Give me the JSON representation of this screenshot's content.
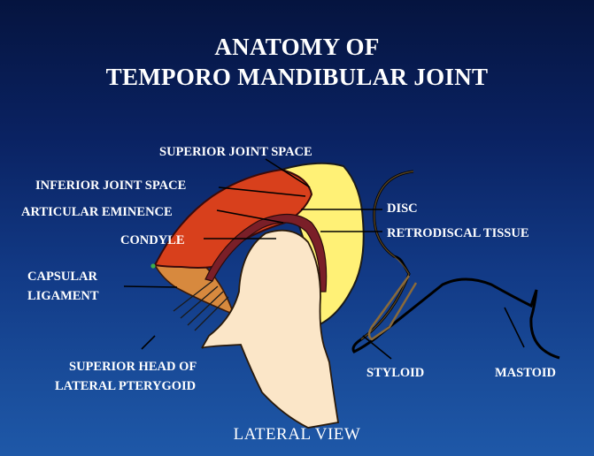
{
  "title": {
    "line1": "ANATOMY OF",
    "line2": "TEMPORO MANDIBULAR JOINT"
  },
  "labels": {
    "superior_joint_space": "SUPERIOR JOINT SPACE",
    "inferior_joint_space": "INFERIOR JOINT SPACE",
    "articular_eminence": "ARTICULAR EMINENCE",
    "condyle": "CONDYLE",
    "capsular_1": "CAPSULAR",
    "capsular_2": "LIGAMENT",
    "disc": "DISC",
    "retrodiscal_tissue": "RETRODISCAL TISSUE",
    "superior_head_1": "SUPERIOR HEAD OF",
    "superior_head_2": "LATERAL PTERYGOID",
    "styloid": "STYLOID",
    "mastoid": "MASTOID"
  },
  "footer": "LATERAL VIEW",
  "colors": {
    "background_top": "#05143f",
    "background_bottom": "#1e58a8",
    "joint_space_red": "#d8401c",
    "retrodiscal_yellow": "#fff176",
    "condyle_cream": "#fbe6c8",
    "capsule_tan": "#d7893e",
    "disc_maroon": "#7a1f28"
  }
}
